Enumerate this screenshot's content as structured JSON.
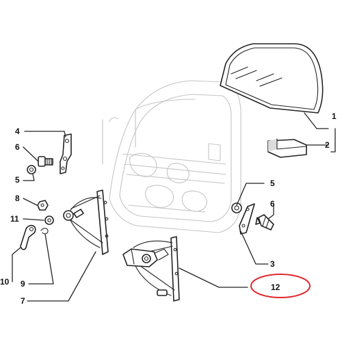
{
  "callouts": {
    "c1": "1",
    "c2": "2",
    "c3": "3",
    "c4": "4",
    "c5_left": "5",
    "c5_right": "5",
    "c6_left": "6",
    "c6_right": "6",
    "c7": "7",
    "c8": "8",
    "c9": "9",
    "c10": "10",
    "c11": "11",
    "c12": "12"
  },
  "colors": {
    "line": "#222222",
    "ghost": "#c4c4c4",
    "highlight": "#e0262b"
  },
  "icons": {
    "glass": "door-glass",
    "channel": "glass-channel",
    "bracket": "mounting-bracket",
    "screw": "bolt",
    "nut": "nut",
    "handle": "window-crank-handle",
    "regulator_manual": "manual-window-regulator",
    "regulator_electric": "electric-window-regulator",
    "door": "door-frame-outline"
  }
}
